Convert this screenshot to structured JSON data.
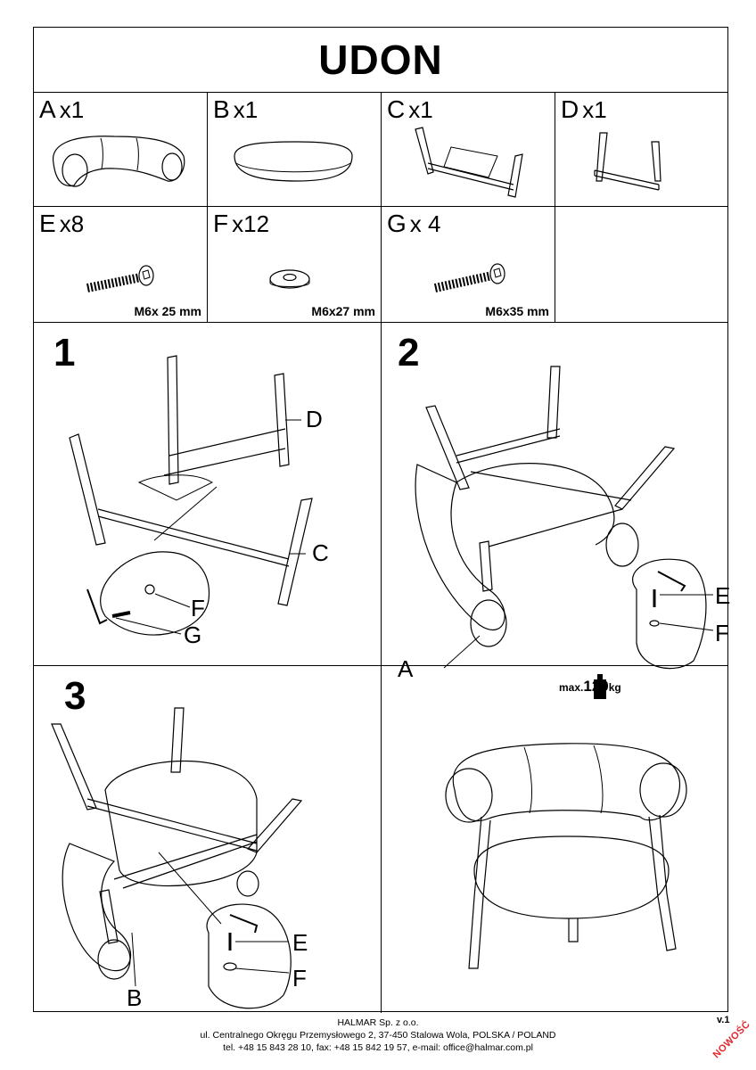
{
  "title": "UDON",
  "parts": [
    {
      "letter": "A",
      "qty": "x1"
    },
    {
      "letter": "B",
      "qty": "x1"
    },
    {
      "letter": "C",
      "qty": "x1"
    },
    {
      "letter": "D",
      "qty": "x1"
    }
  ],
  "hardware": [
    {
      "letter": "E",
      "qty": "x8",
      "size": "M6x 25 mm"
    },
    {
      "letter": "F",
      "qty": "x12",
      "size": "M6x27 mm"
    },
    {
      "letter": "G",
      "qty": "x 4",
      "size": "M6x35 mm"
    }
  ],
  "steps": {
    "step1": {
      "num": "1",
      "callouts": [
        "D",
        "C",
        "F",
        "G"
      ]
    },
    "step2": {
      "num": "2",
      "callouts": [
        "E",
        "F",
        "A"
      ]
    },
    "step3": {
      "num": "3",
      "callouts": [
        "E",
        "F",
        "B"
      ]
    }
  },
  "max_load": {
    "prefix": "max.",
    "value": "120",
    "unit": "kg"
  },
  "footer": {
    "company": "HALMAR Sp. z o.o.",
    "address": "ul. Centralnego Okręgu Przemysłowego 2, 37-450 Stalowa Wola, POLSKA / POLAND",
    "contact": "tel. +48 15 843 28 10, fax: +48 15 842 19 57, e-mail: office@halmar.com.pl"
  },
  "version": "v.1",
  "stamp": "NOWOŚĆ"
}
